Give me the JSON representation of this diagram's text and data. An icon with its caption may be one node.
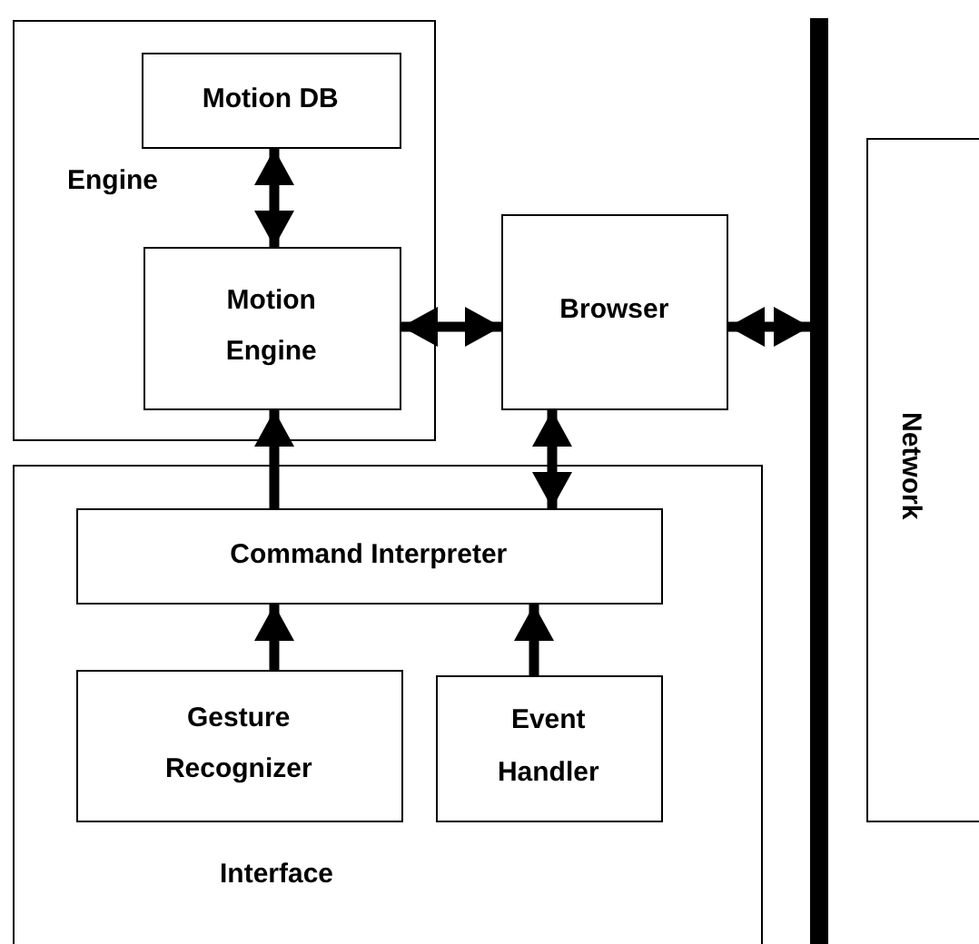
{
  "diagram": {
    "nodes": [
      {
        "text": [
          "Engine"
        ]
      },
      {
        "text": [
          "Motion DB"
        ],
        "in": 0
      },
      {
        "text": [
          "Motion Engine"
        ],
        "in": 0
      },
      {
        "text": [
          "Browser"
        ]
      },
      {
        "text": [
          "Interface"
        ]
      },
      {
        "text": [
          "Command Interpreter"
        ],
        "in": 4
      },
      {
        "text": [
          "Gesture Recognizer"
        ],
        "in": 4
      },
      {
        "text": [
          "Event Handler"
        ],
        "in": 4
      },
      {
        "text": [],
        "shape": "bar"
      },
      {
        "text": [
          "Network"
        ]
      }
    ],
    "edges": [
      {
        "from": 1,
        "to": 2,
        "arrow": "both"
      },
      {
        "from": 2,
        "to": 3,
        "arrow": "both"
      },
      {
        "from": 3,
        "to": 8,
        "arrow": "both"
      },
      {
        "from": 5,
        "to": 2,
        "arrow": "to"
      },
      {
        "from": 3,
        "to": 5,
        "arrow": "both"
      },
      {
        "from": 6,
        "to": 5,
        "arrow": "to"
      },
      {
        "from": 7,
        "to": 5,
        "arrow": "to"
      }
    ]
  }
}
